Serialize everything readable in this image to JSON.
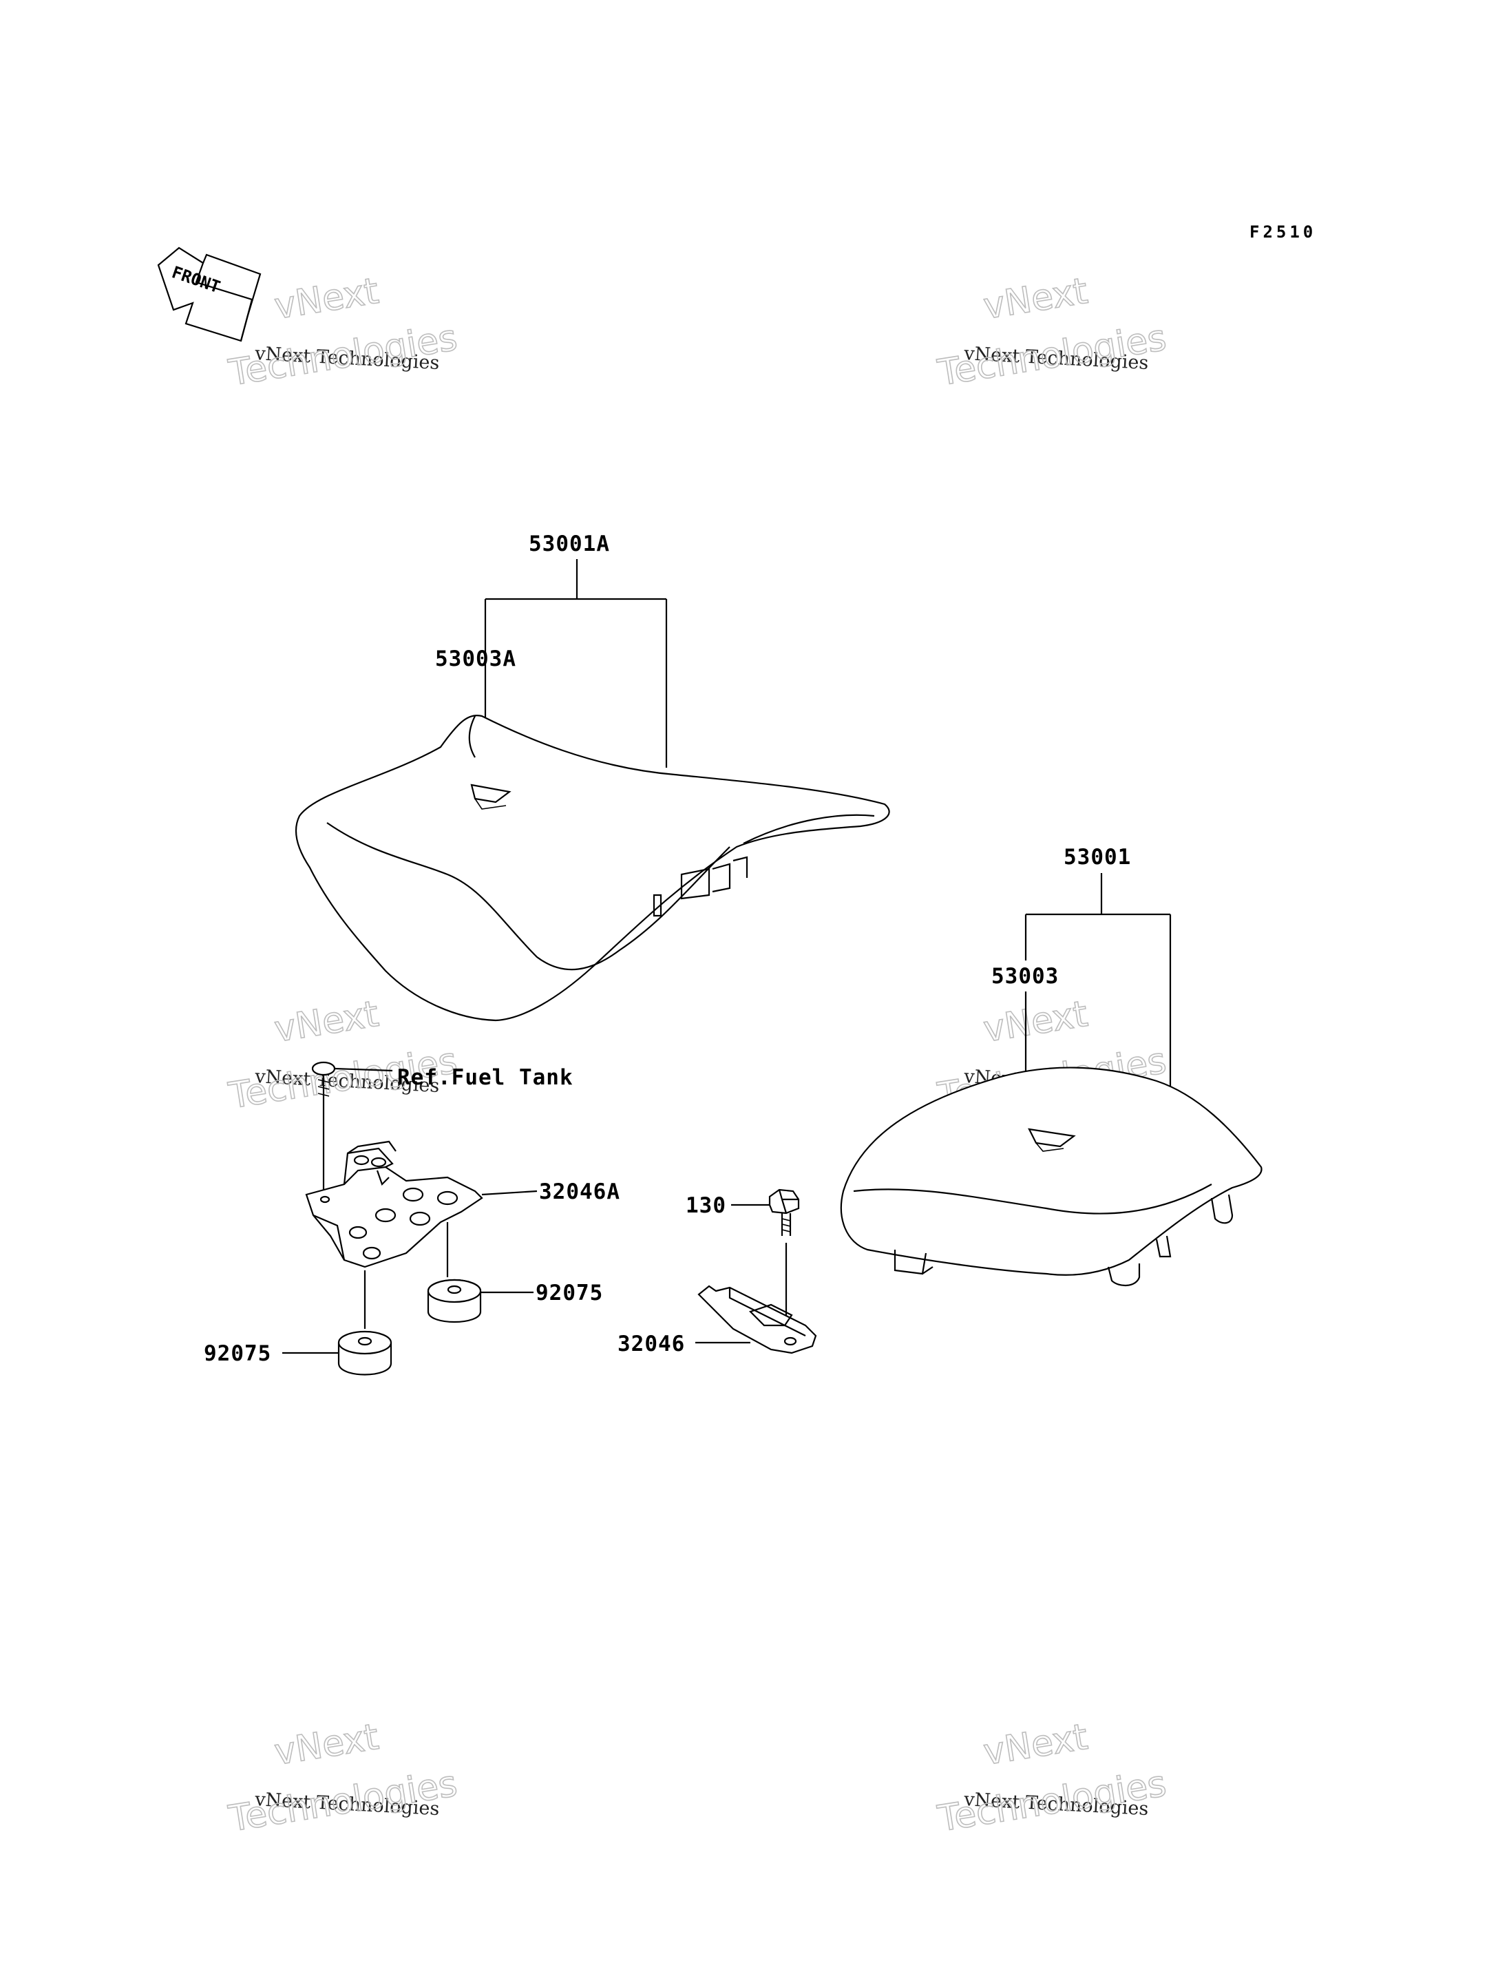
{
  "figure_id": "F2510",
  "front_label": "FRONT",
  "watermark": {
    "line1": "vNext",
    "line2": "vNext Technologies",
    "line3": "Technologies"
  },
  "callouts": {
    "seat_front_assy": "53001A",
    "seat_front_cover": "53003A",
    "seat_rear_assy": "53001",
    "seat_rear_cover": "53003",
    "ref_fuel_tank": "Ref.Fuel Tank",
    "bracket_front": "32046A",
    "damper_right": "92075",
    "damper_left": "92075",
    "bolt": "130",
    "bracket_rear": "32046"
  }
}
